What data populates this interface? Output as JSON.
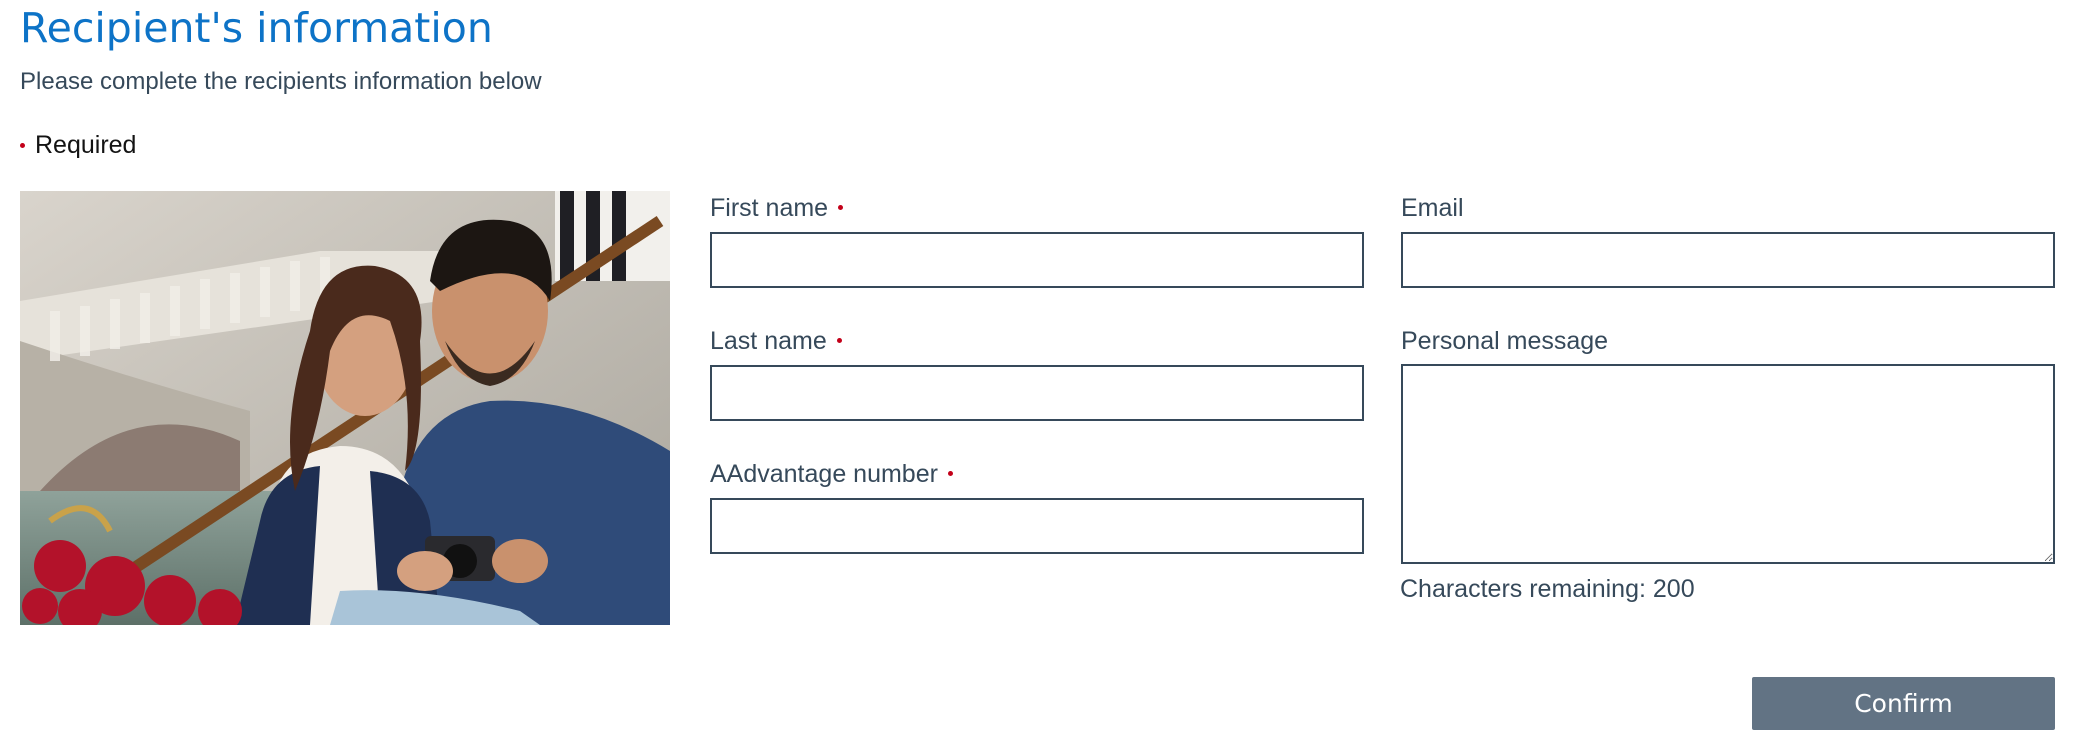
{
  "header": {
    "title": "Recipient's information",
    "subtitle": "Please complete the recipients information below",
    "required_note": "Required"
  },
  "form": {
    "first_name": {
      "label": "First name",
      "value": "",
      "required": true
    },
    "last_name": {
      "label": "Last name",
      "value": "",
      "required": true
    },
    "aadvantage_number": {
      "label": "AAdvantage number",
      "value": "",
      "required": true
    },
    "email": {
      "label": "Email",
      "value": "",
      "required": false
    },
    "personal_message": {
      "label": "Personal message",
      "value": "",
      "required": false
    },
    "characters_remaining": "Characters remaining: 200"
  },
  "actions": {
    "confirm_label": "Confirm"
  },
  "colors": {
    "title_blue": "#0d73c7",
    "text": "#36495a",
    "required_red": "#c30019",
    "button_gray": "#627384"
  }
}
